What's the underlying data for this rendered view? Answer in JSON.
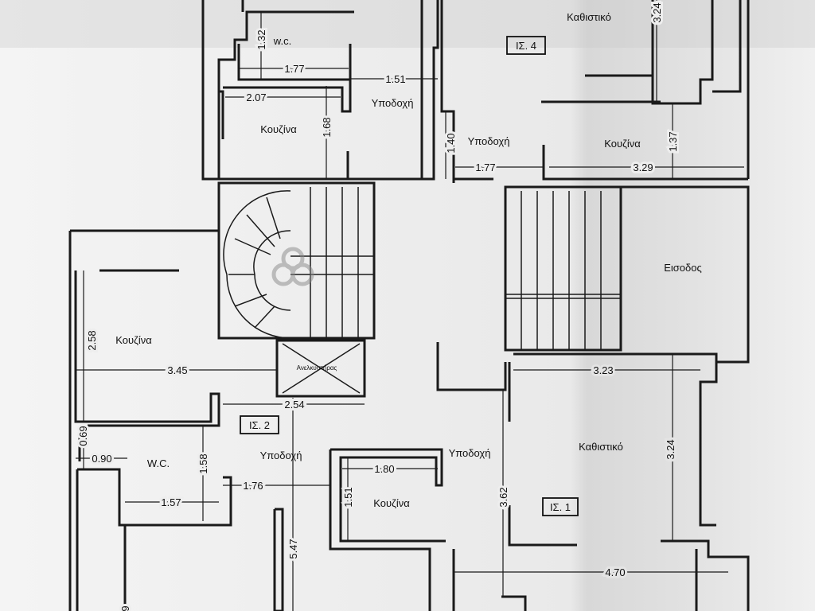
{
  "title": "Floor plan",
  "units": {
    "is4": {
      "label": "ΙΣ. 4",
      "rooms": {
        "living": "Καθιστικό",
        "reception": "Υποδοχή",
        "kitchen": "Κουζίνα"
      },
      "dims": {
        "living_v": "3.24",
        "kitchen_v": "1.37",
        "kitchen_h": "3.29",
        "reception_v": "1.40",
        "reception_h": "1.77"
      }
    },
    "is3": {
      "rooms": {
        "wc": "w.c.",
        "reception": "Υποδοχή",
        "kitchen": "Κουζίνα"
      },
      "dims": {
        "wc_v": "1.32",
        "wc_h": "1.77",
        "reception_h": "1.51",
        "kitchen_h": "2.07",
        "kitchen_v": "1.68"
      }
    },
    "is2": {
      "label": "ΙΣ. 2",
      "rooms": {
        "kitchen": "Κουζίνα",
        "wc": "W.C.",
        "reception": "Υποδοχή"
      },
      "dims": {
        "kitchen_v": "2.58",
        "kitchen_h": "3.45",
        "top_h": "2.54",
        "small_v": "0.69",
        "small_h": "0.90",
        "wc_v": "1.58",
        "wc_h": "1.57",
        "reception_h": "1.76",
        "long_v": "5.47",
        "bottom_partial": "9"
      }
    },
    "is1": {
      "label": "ΙΣ. 1",
      "rooms": {
        "living": "Καθιστικό",
        "reception": "Υποδοχή",
        "kitchen": "Κουζίνα"
      },
      "dims": {
        "living_h": "3.23",
        "living_v": "3.24",
        "kitchen_h": "1.80",
        "kitchen_v": "1.51",
        "reception_v": "3.62",
        "bottom_h": "4.70"
      }
    }
  },
  "common": {
    "entrance": "Εισοδος",
    "elevator": "Ανελκυστήρας"
  }
}
